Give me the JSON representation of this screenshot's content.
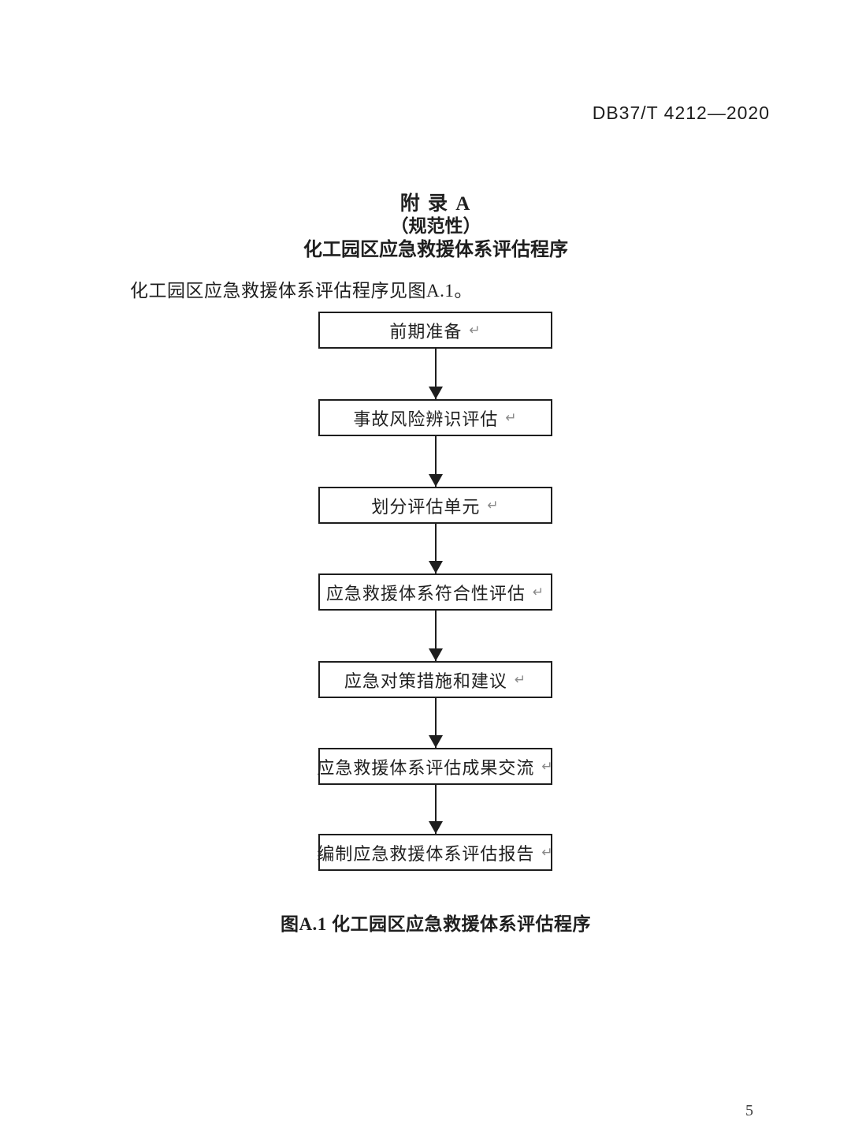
{
  "document": {
    "header_code": "DB37/T 4212—2020",
    "page_number": "5"
  },
  "appendix": {
    "heading": "附  录  A",
    "subheading": "（规范性）",
    "title": "化工园区应急救援体系评估程序"
  },
  "body": {
    "intro": "化工园区应急救援体系评估程序见图A.1。"
  },
  "flowchart": {
    "return_mark": "↵",
    "steps": [
      {
        "label": "前期准备"
      },
      {
        "label": "事故风险辨识评估"
      },
      {
        "label": "划分评估单元"
      },
      {
        "label": "应急救援体系符合性评估"
      },
      {
        "label": "应急对策措施和建议"
      },
      {
        "label": "应急救援体系评估成果交流"
      },
      {
        "label": "编制应急救援体系评估报告"
      }
    ],
    "caption": "图A.1  化工园区应急救援体系评估程序"
  }
}
